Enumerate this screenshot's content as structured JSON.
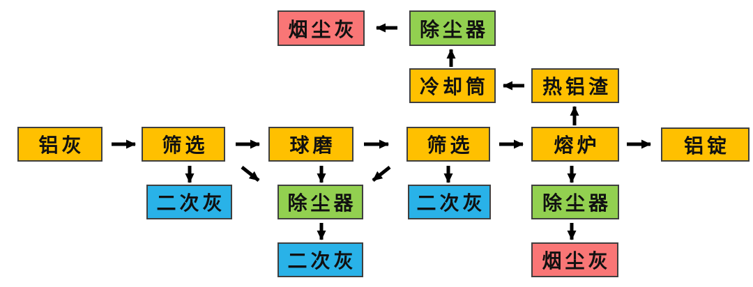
{
  "diagram": {
    "description": "Aluminium ash recycling process flowchart",
    "colors": {
      "process_box": "#FFC000",
      "dust_collector_box": "#92D050",
      "secondary_ash_box": "#29B2E8",
      "smoke_dust_box": "#F97676",
      "box_border": "#3F3F3F",
      "arrow": "#000000",
      "background": "#FFFFFF"
    },
    "nodes": [
      {
        "id": "smoke-dust-ash-top",
        "label": "烟尘灰",
        "role": "output-smoke-dust"
      },
      {
        "id": "dust-collector-top",
        "label": "除尘器",
        "role": "dust-collector"
      },
      {
        "id": "cooling-cylinder",
        "label": "冷却筒",
        "role": "process"
      },
      {
        "id": "hot-aluminum-slag",
        "label": "热铝渣",
        "role": "process"
      },
      {
        "id": "aluminum-ash",
        "label": "铝灰",
        "role": "input"
      },
      {
        "id": "screening-1",
        "label": "筛选",
        "role": "process"
      },
      {
        "id": "ball-mill",
        "label": "球磨",
        "role": "process"
      },
      {
        "id": "screening-2",
        "label": "筛选",
        "role": "process"
      },
      {
        "id": "melting-furnace",
        "label": "熔炉",
        "role": "process"
      },
      {
        "id": "aluminum-ingot",
        "label": "铝锭",
        "role": "output"
      },
      {
        "id": "secondary-ash-1",
        "label": "二次灰",
        "role": "output-secondary-ash"
      },
      {
        "id": "dust-collector-mid",
        "label": "除尘器",
        "role": "dust-collector"
      },
      {
        "id": "secondary-ash-2",
        "label": "二次灰",
        "role": "output-secondary-ash"
      },
      {
        "id": "dust-collector-bottom",
        "label": "除尘器",
        "role": "dust-collector"
      },
      {
        "id": "secondary-ash-3",
        "label": "二次灰",
        "role": "output-secondary-ash"
      },
      {
        "id": "smoke-dust-ash-bottom",
        "label": "烟尘灰",
        "role": "output-smoke-dust"
      }
    ],
    "edges": [
      {
        "from": "aluminum-ash",
        "to": "screening-1",
        "direction": "right"
      },
      {
        "from": "screening-1",
        "to": "ball-mill",
        "direction": "right"
      },
      {
        "from": "ball-mill",
        "to": "screening-2",
        "direction": "right"
      },
      {
        "from": "screening-2",
        "to": "melting-furnace",
        "direction": "right"
      },
      {
        "from": "melting-furnace",
        "to": "aluminum-ingot",
        "direction": "right"
      },
      {
        "from": "melting-furnace",
        "to": "hot-aluminum-slag",
        "direction": "up"
      },
      {
        "from": "hot-aluminum-slag",
        "to": "cooling-cylinder",
        "direction": "left"
      },
      {
        "from": "cooling-cylinder",
        "to": "dust-collector-top",
        "direction": "up"
      },
      {
        "from": "dust-collector-top",
        "to": "smoke-dust-ash-top",
        "direction": "left"
      },
      {
        "from": "screening-1",
        "to": "secondary-ash-1",
        "direction": "down"
      },
      {
        "from": "screening-1",
        "to": "dust-collector-mid",
        "direction": "down-right"
      },
      {
        "from": "ball-mill",
        "to": "dust-collector-mid",
        "direction": "down"
      },
      {
        "from": "screening-2",
        "to": "dust-collector-mid",
        "direction": "down-left"
      },
      {
        "from": "screening-2",
        "to": "secondary-ash-2",
        "direction": "down"
      },
      {
        "from": "dust-collector-mid",
        "to": "secondary-ash-3",
        "direction": "down"
      },
      {
        "from": "melting-furnace",
        "to": "dust-collector-bottom",
        "direction": "down"
      },
      {
        "from": "dust-collector-bottom",
        "to": "smoke-dust-ash-bottom",
        "direction": "down"
      }
    ]
  }
}
